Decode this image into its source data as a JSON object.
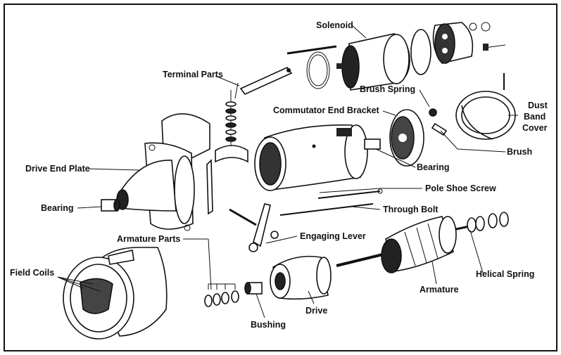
{
  "labels": {
    "solenoid": "Solenoid",
    "terminal_parts": "Terminal Parts",
    "brush_spring": "Brush Spring",
    "dust_band_cover_1": "Dust",
    "dust_band_cover_2": "Band",
    "dust_band_cover_3": "Cover",
    "commutator_end_bracket": "Commutator End Bracket",
    "brush": "Brush",
    "drive_end_plate": "Drive End Plate",
    "bearing_left": "Bearing",
    "bearing_right": "Bearing",
    "pole_shoe_screw": "Pole Shoe Screw",
    "through_bolt": "Through Bolt",
    "armature_parts": "Armature Parts",
    "engaging_lever": "Engaging Lever",
    "field_coils": "Field Coils",
    "helical_spring": "Helical Spring",
    "armature": "Armature",
    "drive": "Drive",
    "bushing": "Bushing"
  }
}
